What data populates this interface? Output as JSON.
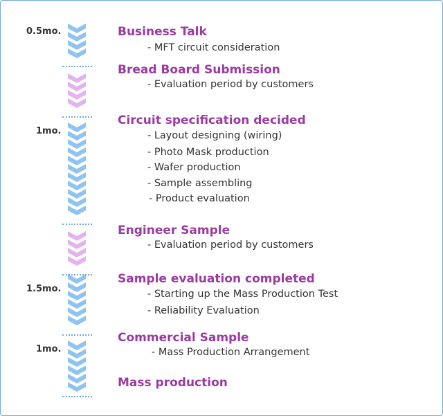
{
  "colors": {
    "accent_purple": "#9b3aa0",
    "chevron_blue": "#8ec3f2",
    "chevron_pink": "#e3b3ee",
    "separator": "#6fa8dc",
    "text": "#333333",
    "frame": "#6fa8dc"
  },
  "icons": {
    "chevron": "chevron-down-icon",
    "separator": "dotted-divider"
  },
  "durations": [
    "0.5mo.",
    "1mo.",
    "1.5mo.",
    "1mo."
  ],
  "stages": [
    {
      "title": "Business Talk",
      "items": [
        "- MFT circuit consideration"
      ]
    },
    {
      "title": "Bread Board Submission",
      "items": [
        "- Evaluation period by customers"
      ]
    },
    {
      "title": "Circuit specification decided",
      "items": [
        "- Layout designing (wiring)",
        "- Photo Mask production",
        "- Wafer production",
        "- Sample assembling",
        "- Product evaluation"
      ]
    },
    {
      "title": "Engineer Sample",
      "items": [
        "- Evaluation period by customers"
      ]
    },
    {
      "title": "Sample evaluation completed",
      "items": [
        "- Starting up the Mass Production Test",
        "- Reliability Evaluation"
      ]
    },
    {
      "title": "Commercial Sample",
      "items": [
        "- Mass Production Arrangement"
      ]
    },
    {
      "title": "Mass production",
      "items": []
    }
  ]
}
